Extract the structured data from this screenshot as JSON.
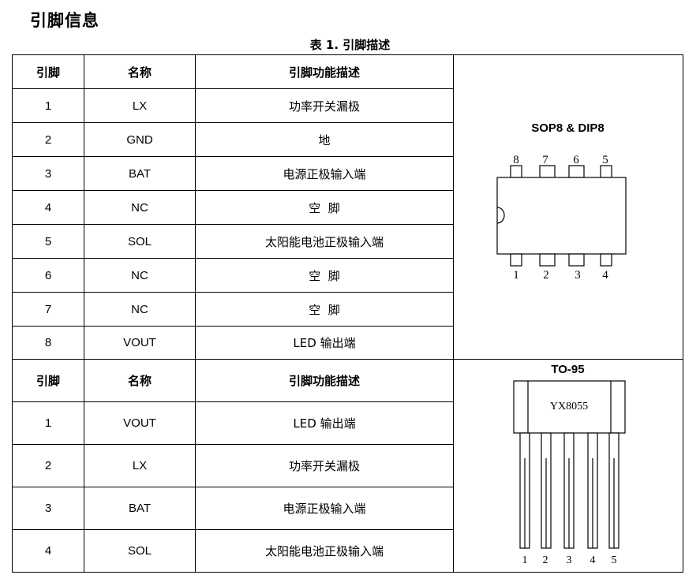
{
  "heading": "引脚信息",
  "table_caption": "表 1. 引脚描述",
  "columns": [
    "引脚",
    "名称",
    "引脚功能描述"
  ],
  "sop8_dip8": {
    "package_label": "SOP8 & DIP8",
    "top_pin_numbers": [
      "8",
      "7",
      "6",
      "5"
    ],
    "bottom_pin_numbers": [
      "1",
      "2",
      "3",
      "4"
    ],
    "rows": [
      {
        "pin": "1",
        "name": "LX",
        "desc": "功率开关漏极"
      },
      {
        "pin": "2",
        "name": "GND",
        "desc": "地"
      },
      {
        "pin": "3",
        "name": "BAT",
        "desc": "电源正极输入端"
      },
      {
        "pin": "4",
        "name": "NC",
        "desc": "空  脚"
      },
      {
        "pin": "5",
        "name": "SOL",
        "desc": "太阳能电池正极输入端"
      },
      {
        "pin": "6",
        "name": "NC",
        "desc": "空  脚"
      },
      {
        "pin": "7",
        "name": "NC",
        "desc": "空  脚"
      },
      {
        "pin": "8",
        "name": "VOUT",
        "desc": "LED 输出端"
      }
    ]
  },
  "to95": {
    "package_label": "TO-95",
    "marking": "YX8055",
    "pin_numbers": [
      "1",
      "2",
      "3",
      "4",
      "5"
    ],
    "rows": [
      {
        "pin": "1",
        "name": "VOUT",
        "desc": "LED 输出端"
      },
      {
        "pin": "2",
        "name": "LX",
        "desc": "功率开关漏极"
      },
      {
        "pin": "3",
        "name": "BAT",
        "desc": "电源正极输入端"
      },
      {
        "pin": "4",
        "name": "SOL",
        "desc": "太阳能电池正极输入端"
      }
    ]
  }
}
